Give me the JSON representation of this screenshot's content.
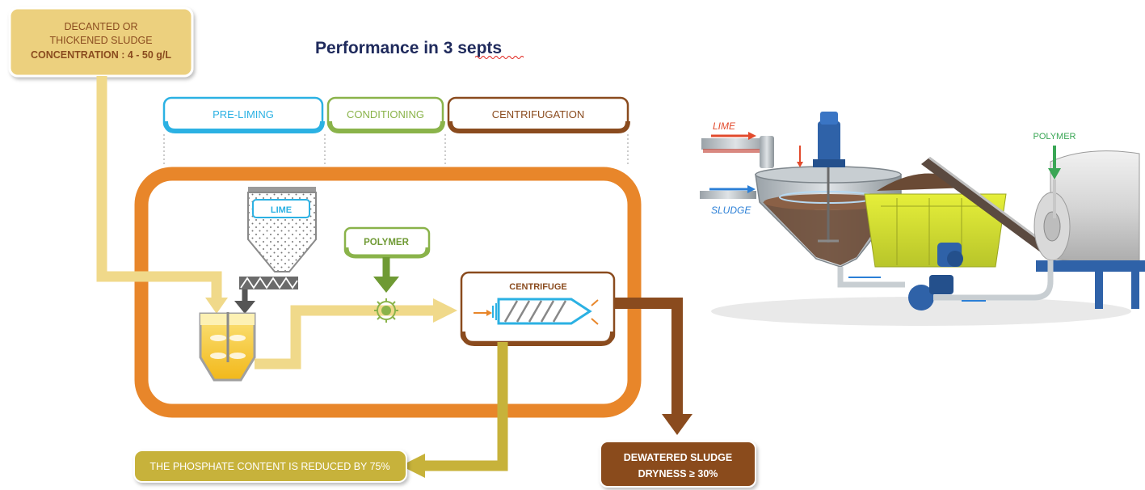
{
  "title": "Performance in 3 septs",
  "input_box": {
    "line1": "DECANTED OR",
    "line2": "THICKENED SLUDGE",
    "line3": "CONCENTRATION : 4 - 50 g/L"
  },
  "steps": [
    {
      "label": "PRE-LIMING",
      "color": "#2bb1e3"
    },
    {
      "label": "CONDITIONING",
      "color": "#8ab34a"
    },
    {
      "label": "CENTRIFUGATION",
      "color": "#8a4b1e"
    }
  ],
  "diagram": {
    "lime_label": "LIME",
    "polymer_label": "POLYMER",
    "centrifuge_label": "CENTRIFUGE"
  },
  "outputs": {
    "phosphate": "THE PHOSPHATE CONTENT IS REDUCED BY 75%",
    "dewatered_line1": "DEWATERED SLUDGE",
    "dewatered_line2": "DRYNESS ≥ 30%"
  },
  "illustration": {
    "lime_label": "LIME",
    "sludge_label": "SLUDGE",
    "polymer_label": "POLYMER"
  },
  "colors": {
    "orange_frame": "#e8862a",
    "input_fill": "#ecd07e",
    "sludge_flow": "#f0d98a",
    "olive_output": "#c7b23a",
    "brown_output": "#8a4b1e",
    "polymer_green": "#8ab34a",
    "lime_blue": "#2bb1e3",
    "title_navy": "#1f2a5c"
  }
}
